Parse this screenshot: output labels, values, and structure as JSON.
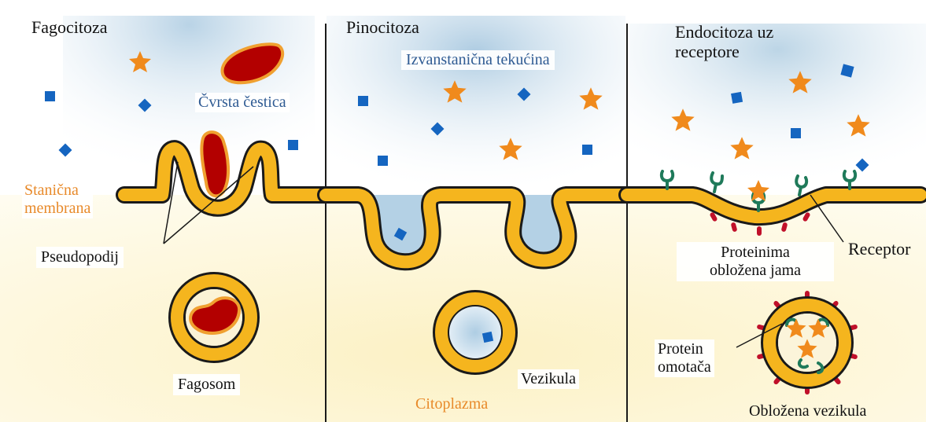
{
  "panels": {
    "phagocytosis": {
      "title": "Fagocitoza",
      "solid_particle": "Čvrsta čestica",
      "cell_membrane": [
        "Stanična",
        "membrana"
      ],
      "pseudopod": "Pseudopodij",
      "phagosome": "Fagosom"
    },
    "pinocytosis": {
      "title": "Pinocitoza",
      "extracellular_fluid": "Izvanstanična tekućina",
      "cytoplasm": "Citoplazma",
      "vesicle": "Vezikula"
    },
    "receptor_endocytosis": {
      "title": [
        "Endocitoza uz",
        "receptore"
      ],
      "receptor": "Receptor",
      "coated_pit": [
        "Proteinima",
        "obložena jama"
      ],
      "coat_protein": [
        "Protein",
        "omotača"
      ],
      "coated_vesicle": "Obložena vezikula"
    }
  },
  "colors": {
    "membrane_fill": "#f5b51e",
    "membrane_outline": "#1a1a1a",
    "particle_fill": "#b30000",
    "particle_halo": "#f0a030",
    "square_molecule": "#1565c0",
    "star_molecule": "#f08a1c",
    "receptor": "#1f7a5a",
    "coat_protein": "#c0102a",
    "extracellular_fluid": "#c8ddeb",
    "cytoplasm": "#fdf6d6",
    "text_blue": "#2f5b93",
    "text_orange": "#e88a2a"
  }
}
